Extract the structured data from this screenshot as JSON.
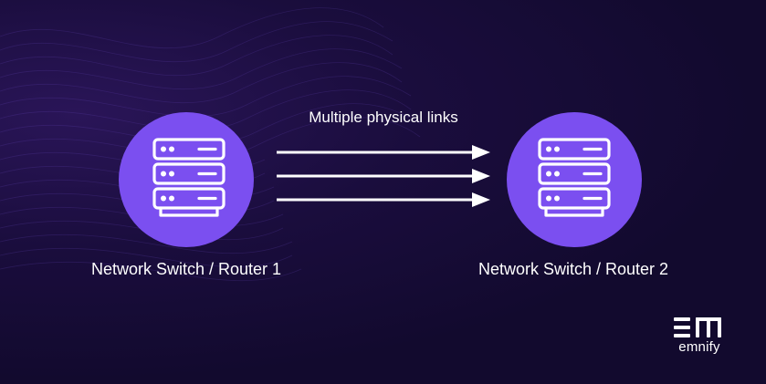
{
  "diagram": {
    "top_label": "Multiple physical links",
    "nodes": [
      {
        "label": "Network Switch / Router 1",
        "icon": "server-stack-icon"
      },
      {
        "label": "Network Switch / Router 2",
        "icon": "server-stack-icon"
      }
    ],
    "link_count": 3,
    "colors": {
      "background": "#120a2e",
      "node": "#7b4ff0",
      "foreground": "#ffffff"
    }
  },
  "brand": {
    "name": "emnify",
    "icon": "emnify-logo-mark"
  }
}
